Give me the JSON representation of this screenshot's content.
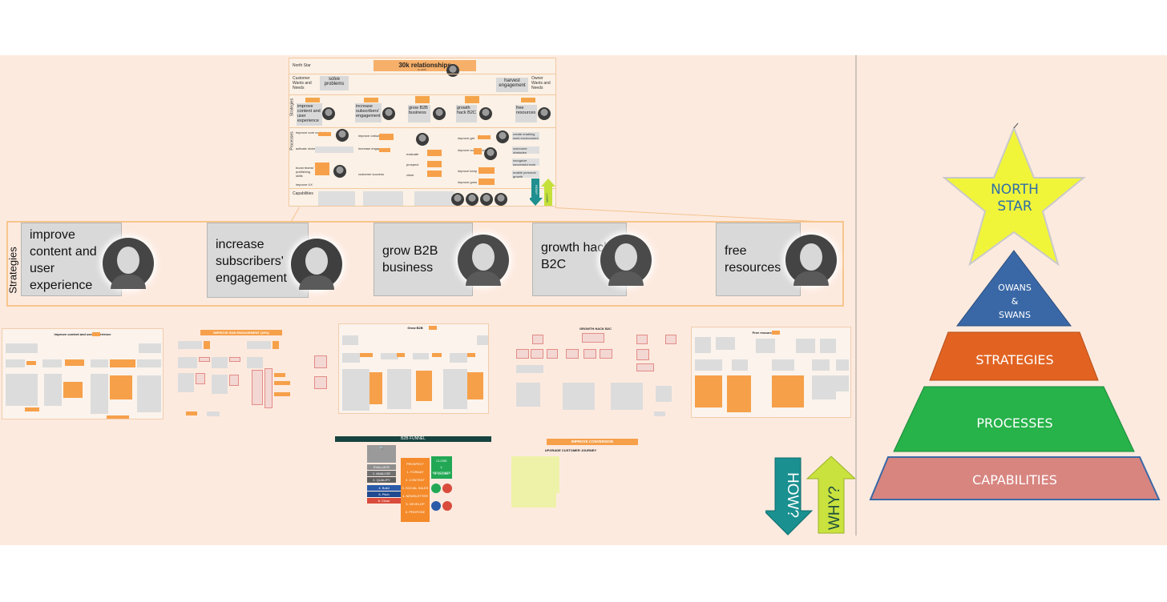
{
  "mini_map": {
    "north_star_label": "North Star",
    "title": "30k relationships",
    "subtitle": "by 2025",
    "customer_wants": "Customer Wants and Needs",
    "solve_problems": "solve problems",
    "harvest_engagement": "harvest engagement",
    "owner_wants": "Owner Wants and Needs",
    "strategies_label": "Strategies",
    "processes_label": "Processes",
    "capabilities_label": "Capabilities",
    "strategies": [
      "improve content and user experience",
      "increase subscribers' engagement",
      "grow B2B business",
      "growth hack B2C",
      "free resources"
    ],
    "processes": [
      "improve core content",
      "activate niche potential",
      "boost teams' publishing skills",
      "improve UX",
      "improve onboarding",
      "increase engagement",
      "customer success",
      "evaluate",
      "prospect",
      "close",
      "improve get",
      "improve conversion",
      "improve keep",
      "improve grow",
      "create enabling work environment",
      "overcome obstacles",
      "recognize successful work",
      "enable personal growth"
    ],
    "how": "HOW?",
    "why": "WHY?"
  },
  "strategies_band": {
    "label": "Strategies",
    "items": [
      {
        "text": "improve content and user experience"
      },
      {
        "text": "increase subscribers' engagement"
      },
      {
        "text": "grow B2B business"
      },
      {
        "text": "growth hack B2C"
      },
      {
        "text": "free resources"
      }
    ]
  },
  "boards": {
    "content": "improve content and user experience",
    "engagement": "IMPROVE SUB ENGAGEMENT (30%)",
    "b2b": "Grow B2B",
    "b2c": "GROWTH HACK B2C",
    "free": "Free resources",
    "funnel": "B2B FUNNEL",
    "conversion": "IMPROVE CONVERSION",
    "conversion_sub": "UPGRADE CUSTOMER JOURNEY"
  },
  "funnel": {
    "left": [
      "EVALUATE",
      "1. ANALYZE",
      "2. QUALIFY",
      "4. Build",
      "5. Pitch",
      "6. Close"
    ],
    "middle": [
      "PROSPECT",
      "1. FORMAT",
      "2. CONTENT",
      "3. SOCIAL SALES",
      "4. NEWSLETTER",
      "5. DEVELOP",
      "6. PROPOSE"
    ],
    "right": [
      "CLOSE",
      "1. NEGOTIATE",
      "2. CLOSE"
    ]
  },
  "arrows": {
    "how": "HOW?",
    "why": "WHY?"
  },
  "pyramid": {
    "north_star": [
      "NORTH",
      "STAR"
    ],
    "levels": [
      {
        "lines": [
          "OWANS",
          "&",
          "SWANS"
        ],
        "color": "#3a68a6"
      },
      {
        "lines": [
          "STRATEGIES"
        ],
        "color": "#e26321"
      },
      {
        "lines": [
          "PROCESSES"
        ],
        "color": "#27b24a"
      },
      {
        "lines": [
          "CAPABILITIES"
        ],
        "color": "#d88580"
      }
    ],
    "star_color": "#f1f53a",
    "star_text_color": "#2e6ea8"
  }
}
